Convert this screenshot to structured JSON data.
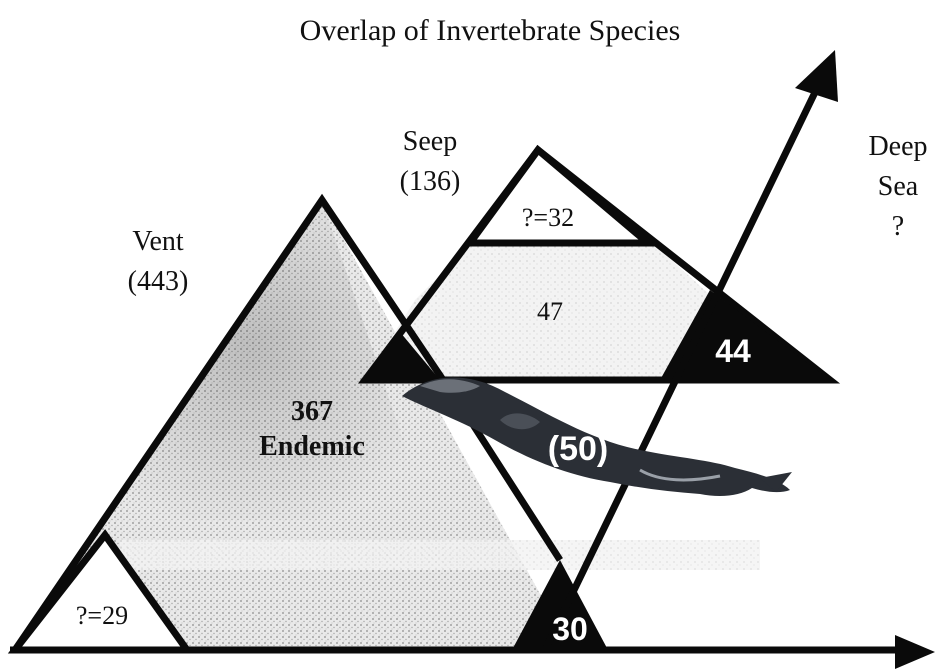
{
  "title": "Overlap of Invertebrate Species",
  "vent": {
    "name": "Vent",
    "count": "(443)",
    "endemic_number": "367",
    "endemic_label": "Endemic",
    "unknown": "?=29"
  },
  "seep": {
    "name": "Seep",
    "count": "(136)",
    "unknown": "?=32",
    "shared_value": "47"
  },
  "deep_sea": {
    "line1": "Deep",
    "line2": "Sea",
    "line3": "?"
  },
  "overlaps": {
    "seep_deep": "44",
    "center": "(50)",
    "vent_deep": "30"
  },
  "colors": {
    "line": "#0a0a0a",
    "stipple_dark": "#9a9a9a",
    "stipple_light": "#d8d8d8",
    "whale": "#2b2f36",
    "black_region": "#0a0a0a",
    "white_text": "#ffffff"
  },
  "icons": {
    "whale": "whale-icon"
  }
}
